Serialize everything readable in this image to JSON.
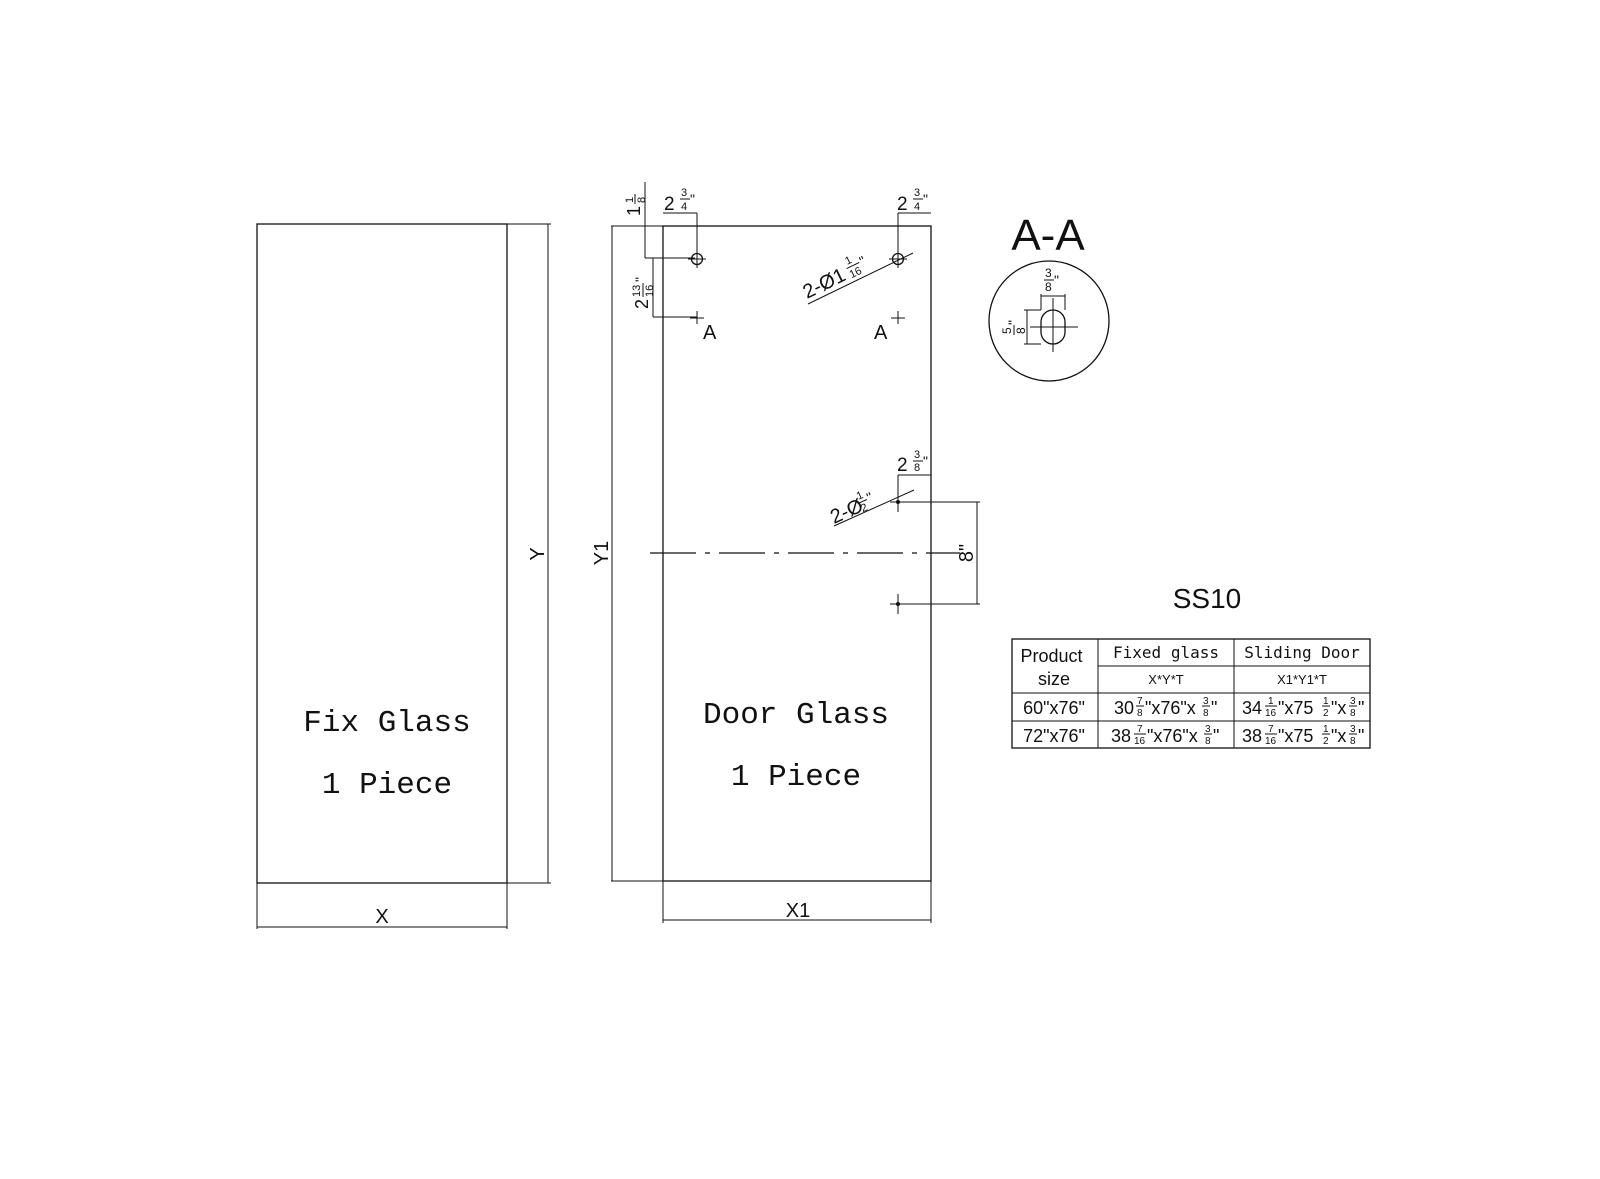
{
  "fix_panel": {
    "title": "Fix Glass",
    "count": "1 Piece",
    "width_label": "X",
    "height_label": "Y"
  },
  "door_panel": {
    "title": "Door Glass",
    "count": "1 Piece",
    "width_label": "X1",
    "height_label": "Y1",
    "dims": {
      "top_offset": {
        "whole": "1",
        "num": "1",
        "den": "8",
        "unit": "\""
      },
      "left_hole_inset": {
        "whole": "2",
        "num": "3",
        "den": "4",
        "unit": "\""
      },
      "right_hole_inset": {
        "whole": "2",
        "num": "3",
        "den": "4",
        "unit": "\""
      },
      "hole_drop": {
        "whole": "2",
        "num": "13",
        "den": "16",
        "unit": "\""
      },
      "top_holes": {
        "prefix": "2-Ø1",
        "num": "1",
        "den": "16",
        "unit": "\""
      },
      "handle_inset": {
        "whole": "2",
        "num": "3",
        "den": "8",
        "unit": "\""
      },
      "handle_holes": {
        "prefix": "2-Ø",
        "num": "1",
        "den": "2",
        "unit": "\""
      },
      "handle_spacing": "8\""
    },
    "section_mark": "A"
  },
  "section": {
    "title": "A-A",
    "width_dim": {
      "num": "3",
      "den": "8",
      "unit": "\""
    },
    "height_dim": {
      "num": "5",
      "den": "8",
      "unit": "\""
    }
  },
  "model": "SS10",
  "table": {
    "headers": [
      "Product size",
      "Fixed glass",
      "Sliding Door"
    ],
    "subheaders": [
      "X*Y*T",
      "X1*Y1*T"
    ],
    "rows": [
      {
        "size": "60\"x76\"",
        "fixed": {
          "a": "30",
          "an": "7",
          "ad": "8",
          "mid": "\"x76\"x",
          "bn": "3",
          "bd": "8",
          "end": "\""
        },
        "door": {
          "a": "34",
          "an": "1",
          "ad": "16",
          "mid": "\"x75",
          "bn": "1",
          "bd": "2",
          "mid2": "\"x",
          "cn": "3",
          "cd": "8",
          "end": "\""
        }
      },
      {
        "size": "72\"x76\"",
        "fixed": {
          "a": "38",
          "an": "7",
          "ad": "16",
          "mid": "\"x76\"x",
          "bn": "3",
          "bd": "8",
          "end": "\""
        },
        "door": {
          "a": "38",
          "an": "7",
          "ad": "16",
          "mid": "\"x75",
          "bn": "1",
          "bd": "2",
          "mid2": "\"x",
          "cn": "3",
          "cd": "8",
          "end": "\""
        }
      }
    ]
  }
}
